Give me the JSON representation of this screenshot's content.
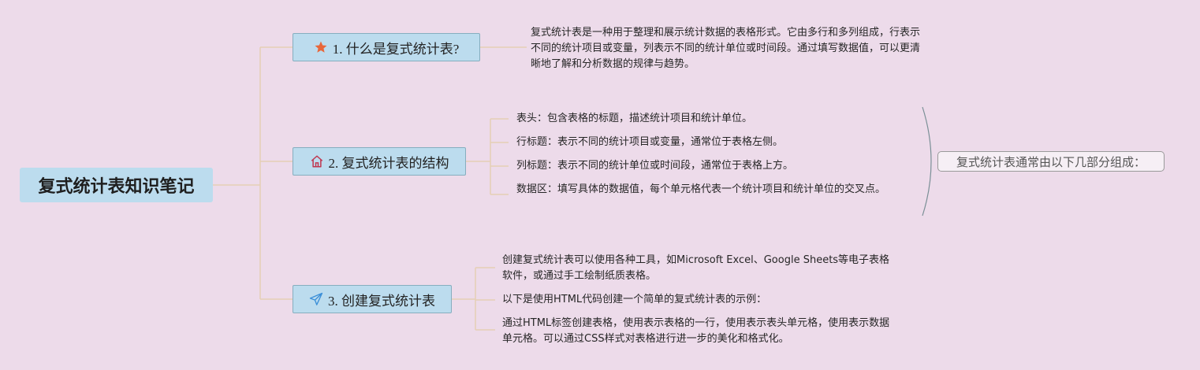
{
  "root": {
    "title": "复式统计表知识笔记"
  },
  "topics": [
    {
      "label": "1. 什么是复式统计表?",
      "icon": "star-icon",
      "notes": [
        "复式统计表是一种用于整理和展示统计数据的表格形式。它由多行和多列组成，行表示不同的统计项目或变量，列表示不同的统计单位或时间段。通过填写数据值，可以更清晰地了解和分析数据的规律与趋势。"
      ]
    },
    {
      "label": "2. 复式统计表的结构",
      "icon": "home-icon",
      "notes": [
        "表头：包含表格的标题，描述统计项目和统计单位。",
        "行标题：表示不同的统计项目或变量，通常位于表格左侧。",
        "列标题：表示不同的统计单位或时间段，通常位于表格上方。",
        "数据区：填写具体的数据值，每个单元格代表一个统计项目和统计单位的交叉点。"
      ],
      "summary": "复式统计表通常由以下几部分组成："
    },
    {
      "label": "3. 创建复式统计表",
      "icon": "paper-plane-icon",
      "notes": [
        "创建复式统计表可以使用各种工具，如Microsoft Excel、Google Sheets等电子表格软件，或通过手工绘制纸质表格。",
        "以下是使用HTML代码创建一个简单的复式统计表的示例：",
        "通过HTML标签创建表格，使用表示表格的一行，使用表示表头单元格，使用表示数据单元格。可以通过CSS样式对表格进行进一步的美化和格式化。"
      ]
    }
  ],
  "colors": {
    "background": "#eddbea",
    "node_fill": "#bcdcee",
    "connector": "#e5cfb4",
    "star": "#e8673a",
    "home": "#c0364f",
    "plane": "#3b8fd8"
  }
}
